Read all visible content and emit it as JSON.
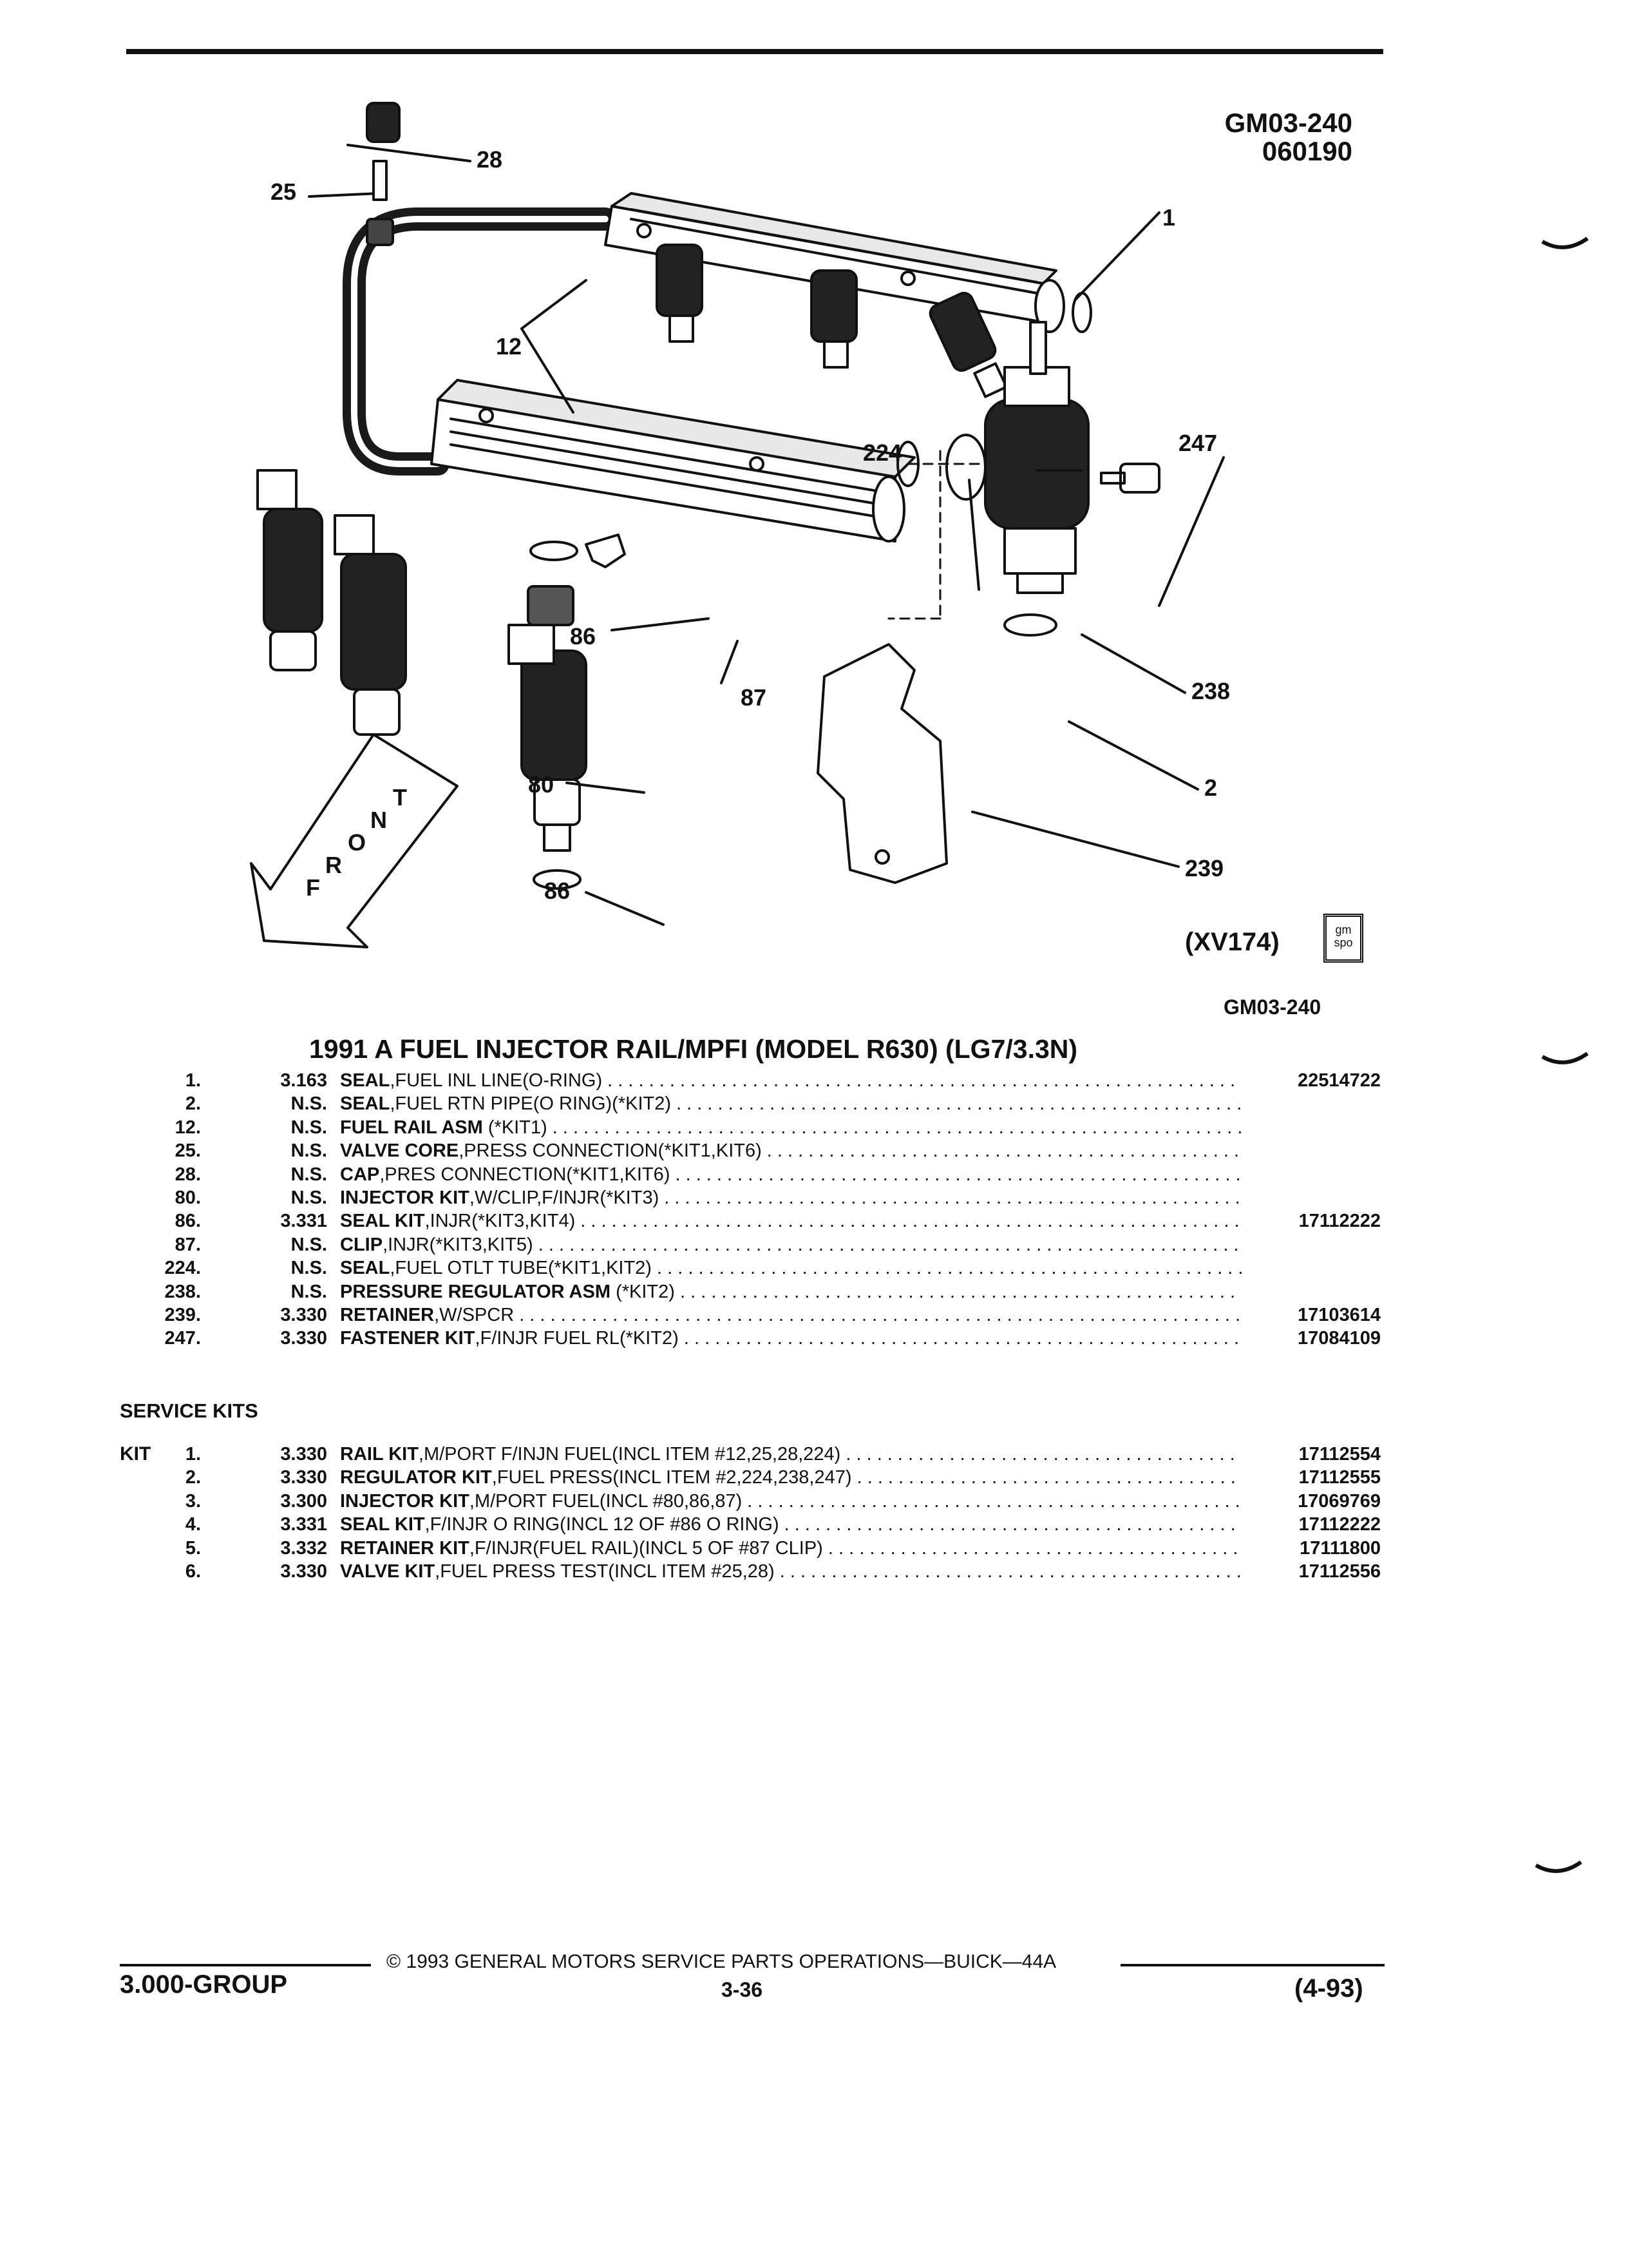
{
  "header": {
    "code": "GM03-240",
    "date": "060190"
  },
  "diagram": {
    "callouts": {
      "c28": "28",
      "c25": "25",
      "c1": "1",
      "c12": "12",
      "c224": "224",
      "c247": "247",
      "c86a": "86",
      "c87": "87",
      "c238": "238",
      "c80": "80",
      "c2": "2",
      "c239": "239",
      "c86b": "86"
    },
    "front_letters": [
      "F",
      "R",
      "O",
      "N",
      "T"
    ],
    "illustration_code": "(XV174)",
    "logo_text": [
      "gm",
      "spo"
    ],
    "footer_code": "GM03-240"
  },
  "title": "1991 A FUEL INJECTOR RAIL/MPFI (MODEL R630) (LG7/3.3N)",
  "parts": [
    {
      "ref": "1.",
      "group": "3.163",
      "name": "SEAL",
      "desc": ",FUEL INL LINE(O-RING)",
      "pn": "22514722"
    },
    {
      "ref": "2.",
      "group": "N.S.",
      "name": "SEAL",
      "desc": ",FUEL RTN PIPE(O RING)(*KIT2)",
      "pn": ""
    },
    {
      "ref": "12.",
      "group": "N.S.",
      "name": "FUEL RAIL ASM",
      "desc": " (*KIT1)",
      "pn": ""
    },
    {
      "ref": "25.",
      "group": "N.S.",
      "name": "VALVE CORE",
      "desc": ",PRESS CONNECTION(*KIT1,KIT6)",
      "pn": ""
    },
    {
      "ref": "28.",
      "group": "N.S.",
      "name": "CAP",
      "desc": ",PRES CONNECTION(*KIT1,KIT6)",
      "pn": ""
    },
    {
      "ref": "80.",
      "group": "N.S.",
      "name": "INJECTOR KIT",
      "desc": ",W/CLIP,F/INJR(*KIT3)",
      "pn": ""
    },
    {
      "ref": "86.",
      "group": "3.331",
      "name": "SEAL KIT",
      "desc": ",INJR(*KIT3,KIT4)",
      "pn": "17112222"
    },
    {
      "ref": "87.",
      "group": "N.S.",
      "name": "CLIP",
      "desc": ",INJR(*KIT3,KIT5)",
      "pn": ""
    },
    {
      "ref": "224.",
      "group": "N.S.",
      "name": "SEAL",
      "desc": ",FUEL OTLT TUBE(*KIT1,KIT2)",
      "pn": ""
    },
    {
      "ref": "238.",
      "group": "N.S.",
      "name": "PRESSURE REGULATOR ASM",
      "desc": " (*KIT2)",
      "pn": ""
    },
    {
      "ref": "239.",
      "group": "3.330",
      "name": "RETAINER",
      "desc": ",W/SPCR",
      "pn": "17103614"
    },
    {
      "ref": "247.",
      "group": "3.330",
      "name": "FASTENER KIT",
      "desc": ",F/INJR FUEL RL(*KIT2)",
      "pn": "17084109"
    }
  ],
  "service_kits": {
    "heading": "SERVICE KITS",
    "kit_label": "KIT",
    "items": [
      {
        "ref": "1.",
        "group": "3.330",
        "name": "RAIL KIT",
        "desc": ",M/PORT F/INJN FUEL(INCL ITEM #12,25,28,224)",
        "pn": "17112554"
      },
      {
        "ref": "2.",
        "group": "3.330",
        "name": "REGULATOR KIT",
        "desc": ",FUEL PRESS(INCL ITEM #2,224,238,247)",
        "pn": "17112555"
      },
      {
        "ref": "3.",
        "group": "3.300",
        "name": "INJECTOR KIT",
        "desc": ",M/PORT FUEL(INCL #80,86,87)",
        "pn": "17069769"
      },
      {
        "ref": "4.",
        "group": "3.331",
        "name": "SEAL KIT",
        "desc": ",F/INJR O RING(INCL 12 OF #86 O RING)",
        "pn": "17112222"
      },
      {
        "ref": "5.",
        "group": "3.332",
        "name": "RETAINER KIT",
        "desc": ",F/INJR(FUEL RAIL)(INCL 5 OF #87 CLIP)",
        "pn": "17111800"
      },
      {
        "ref": "6.",
        "group": "3.330",
        "name": "VALVE KIT",
        "desc": ",FUEL PRESS TEST(INCL ITEM #25,28)",
        "pn": "17112556"
      }
    ]
  },
  "footer": {
    "copyright": "© 1993 GENERAL MOTORS SERVICE PARTS OPERATIONS—BUICK—44A",
    "group": "3.000-GROUP",
    "page": "3-36",
    "revision": "(4-93)"
  }
}
